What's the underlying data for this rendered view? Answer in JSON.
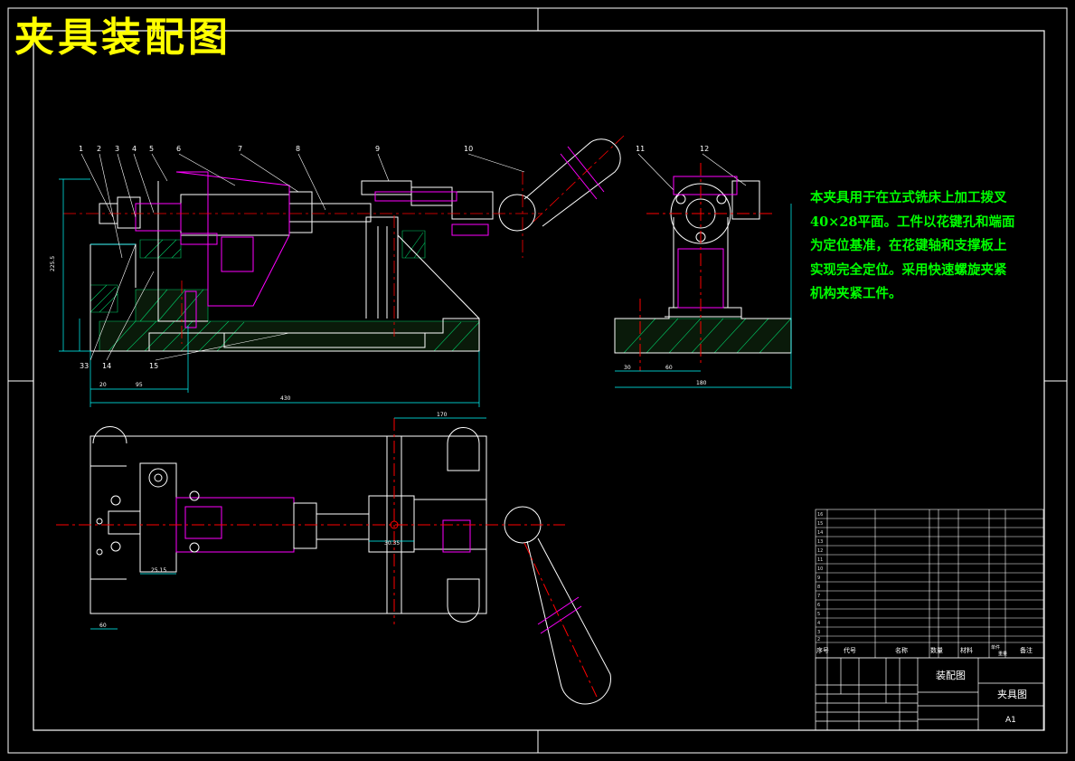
{
  "title": "夹具装配图",
  "description": [
    "本夹具用于在立式铣床上加工拨叉",
    "40×28平面。工件以花键孔和端面",
    "为定位基准，在花键轴和支撑板上",
    "实现完全定位。采用快速螺旋夹紧",
    "机构夹紧工件。"
  ],
  "callouts": [
    "1",
    "2",
    "3",
    "4",
    "5",
    "6",
    "7",
    "8",
    "9",
    "10",
    "11",
    "12",
    "33",
    "14",
    "15"
  ],
  "table_header": {
    "seq": "序号",
    "code": "代号",
    "name": "名称",
    "qty": "数量",
    "material": "材料",
    "note": "备注",
    "unit": "单件",
    "total": "总计",
    "weight": "重量"
  },
  "title_block": {
    "drawing_name": "装配图",
    "part_name": "夹具图",
    "sheet": "A1"
  },
  "colors": {
    "outline": "#ffffff",
    "part": "#ff00ff",
    "center": "#ff0000",
    "dim": "#00ffff",
    "hatch": "#00cc66",
    "title": "#ffff00",
    "text": "#00ff00"
  }
}
